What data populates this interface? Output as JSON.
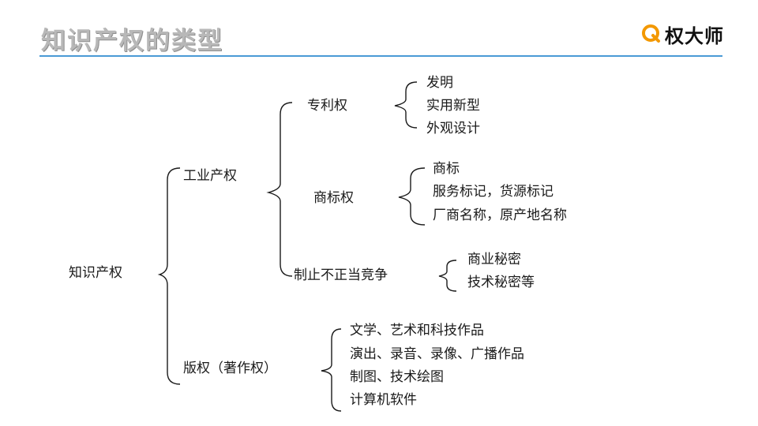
{
  "title": "知识产权的类型",
  "logo": {
    "text": "权大师",
    "icon": "q-logo-icon",
    "accent": "#f39800"
  },
  "rule_color": "#4a9ad6",
  "tree": {
    "root": "知识产权",
    "industrial": {
      "label": "工业产权",
      "patent": {
        "label": "专利权",
        "items": [
          "发明",
          "实用新型",
          "外观设计"
        ]
      },
      "trademark": {
        "label": "商标权",
        "items": [
          "商标",
          "服务标记，货源标记",
          "厂商名称，原产地名称"
        ]
      },
      "unfair": {
        "label": "制止不正当竞争",
        "items": [
          "商业秘密",
          "技术秘密等"
        ]
      }
    },
    "copyright": {
      "label": "版权（著作权）",
      "items": [
        "文学、艺术和科技作品",
        "演出、录音、录像、广播作品",
        "制图、技术绘图",
        "计算机软件"
      ]
    }
  }
}
